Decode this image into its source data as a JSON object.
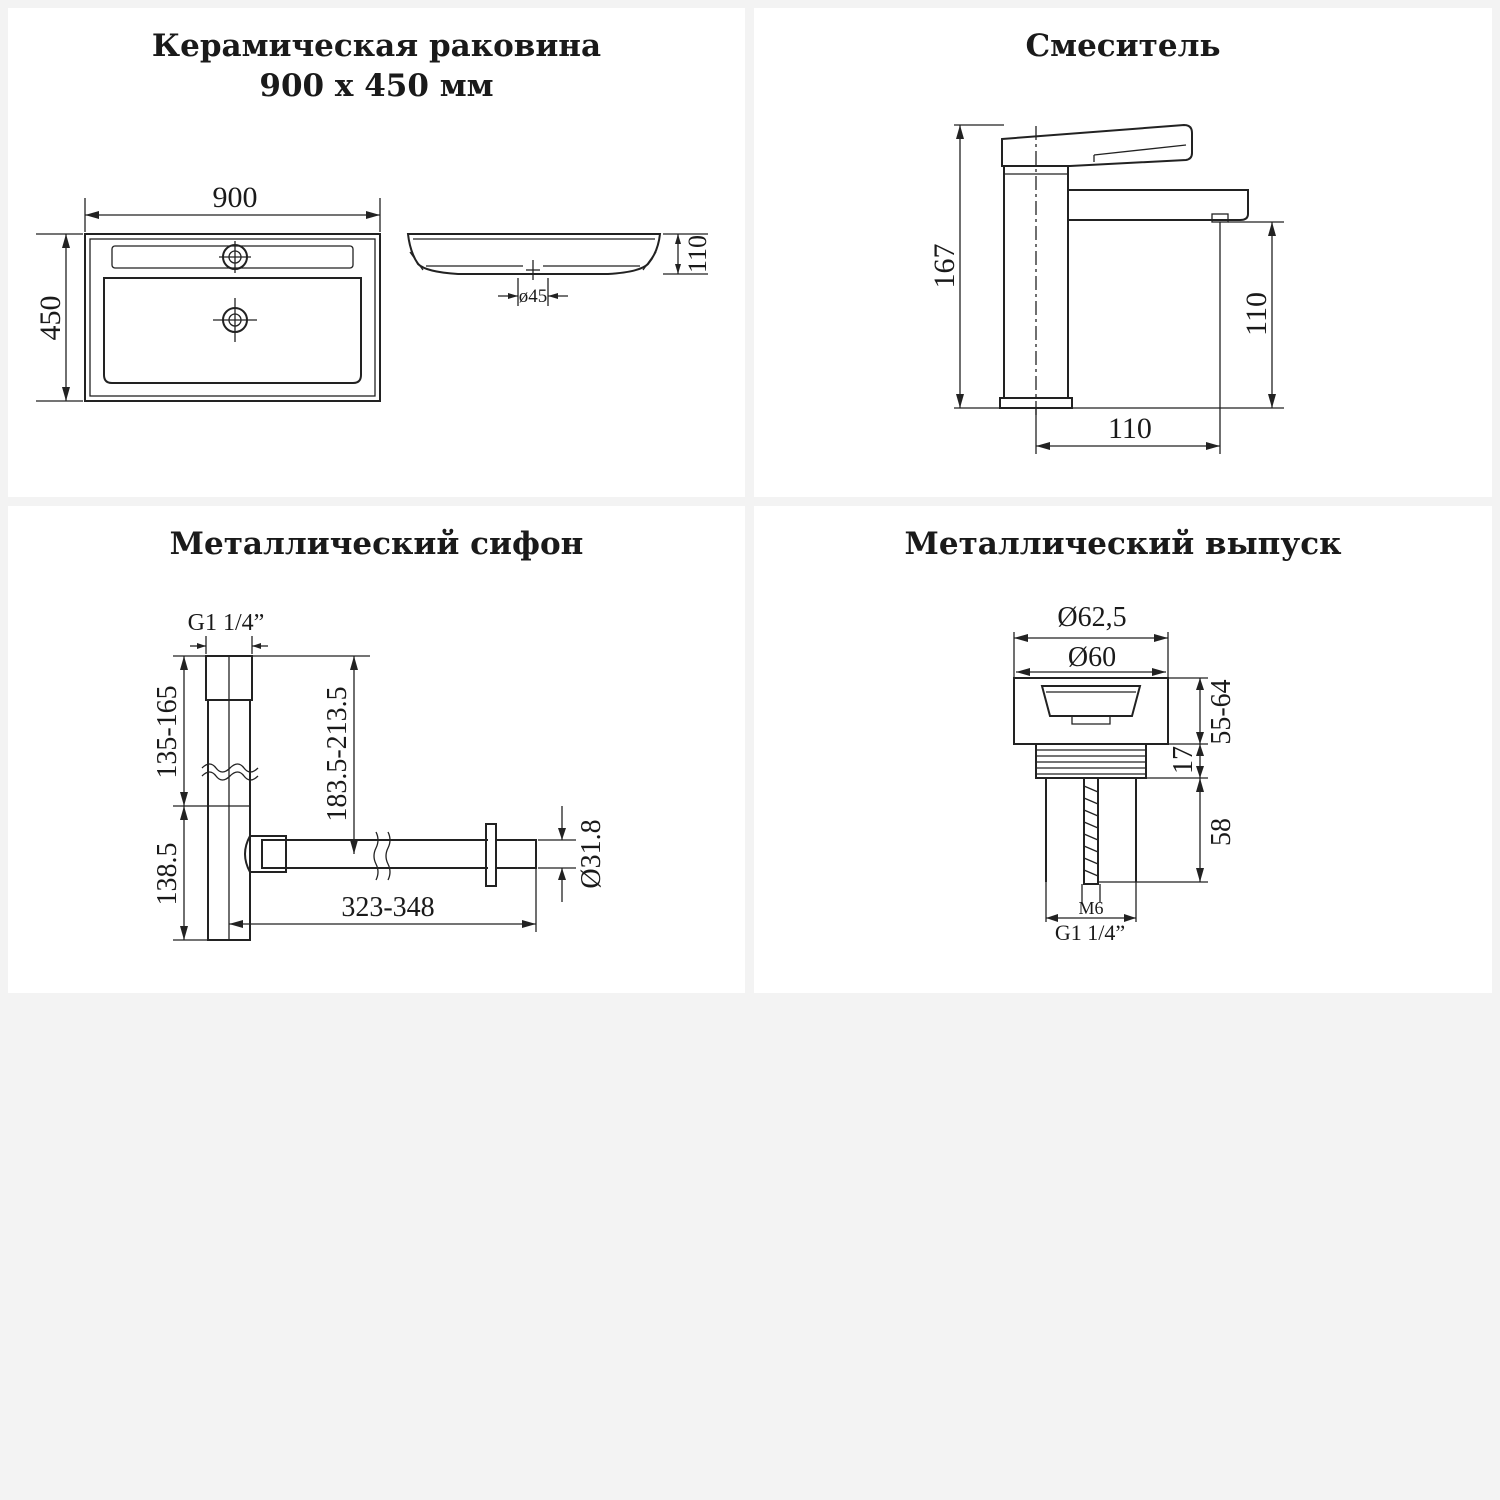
{
  "panels": {
    "sink": {
      "title_line1": "Керамическая раковина",
      "title_line2": "900 х 450 мм",
      "dim_width": "900",
      "dim_depth": "450",
      "dim_height": "110",
      "dim_drain": "ø45"
    },
    "mixer": {
      "title": "Смеситель",
      "dim_height": "167",
      "dim_spout_height": "110",
      "dim_spout_reach": "110"
    },
    "siphon": {
      "title": "Металлический сифон",
      "thread": "G1 1/4”",
      "dim_upper": "135-165",
      "dim_lower": "138.5",
      "dim_total": "183.5-213.5",
      "dim_length": "323-348",
      "dim_diameter": "Ø31.8"
    },
    "outlet": {
      "title": "Металлический выпуск",
      "dim_outer": "Ø62,5",
      "dim_inner": "Ø60",
      "dim_range": "55-64",
      "dim_17": "17",
      "dim_58": "58",
      "screw": "M6",
      "thread": "G1 1/4”"
    }
  }
}
